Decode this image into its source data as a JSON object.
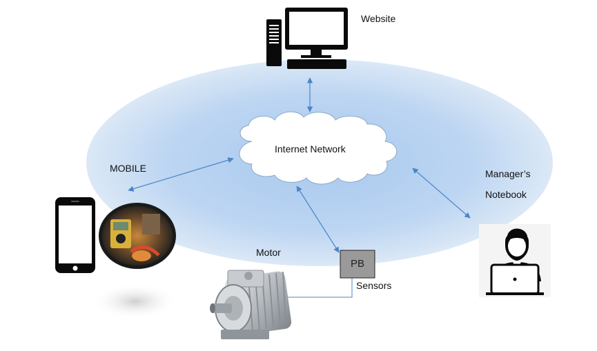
{
  "diagram": {
    "website_label": "Website",
    "internet_label": "Internet Network",
    "mobile_label": "MOBILE",
    "manager_label_line1": "Manager’s",
    "manager_label_line2": "Notebook",
    "motor_label": "Motor",
    "sensors_label": "Sensors",
    "pb_label": "PB"
  },
  "colors": {
    "ellipse_edge": "#dbe8f6",
    "ellipse_center": "#a9c9ef",
    "arrow": "#4a86c8",
    "sensor_box": "#9a9a9a",
    "icon_dark": "#0a0a0a"
  },
  "icons": [
    "desktop-computer-icon",
    "cloud-icon",
    "smartphone-icon",
    "multimeter-photo",
    "manager-laptop-icon",
    "electric-motor-image",
    "sensor-box"
  ]
}
